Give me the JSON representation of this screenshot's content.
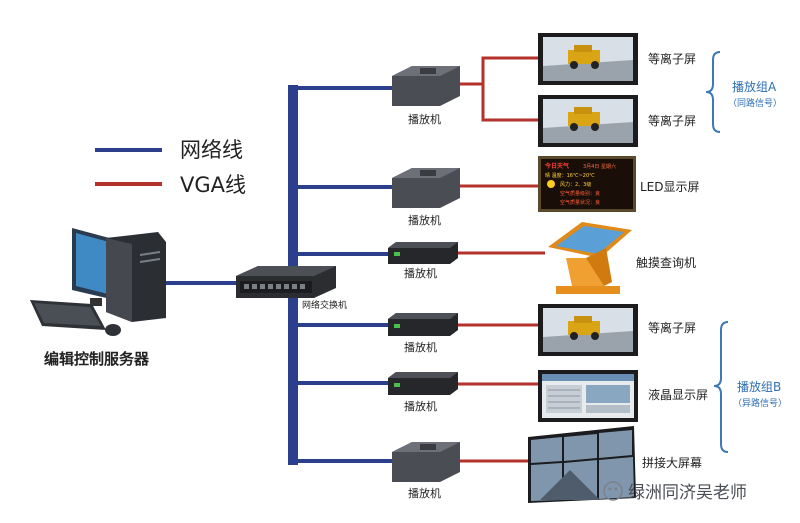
{
  "legend": {
    "network_line": "网络线",
    "vga_line": "VGA线",
    "network_color": "#2b3f8c",
    "vga_color": "#b5312b"
  },
  "server_label": "编辑控制服务器",
  "switch_label": "网络交换机",
  "player_label": "播放机",
  "displays": {
    "plasma": "等离子屏",
    "led": "LED显示屏",
    "touch": "触摸查询机",
    "lcd": "液晶显示屏",
    "videowall": "拼接大屏幕"
  },
  "groups": {
    "a_title": "播放组A",
    "a_sub": "（同路信号）",
    "b_title": "播放组B",
    "b_sub": "（异路信号）"
  },
  "led_screen": {
    "line1": "今日天气",
    "line2": "3月4日  星期六",
    "line3": "晴   温度：16℃~20℃",
    "line4": "风力：2、3级",
    "line5": "空气质量级别：良",
    "line6": "空气质量状况：良"
  },
  "watermark": "绿洲同济吴老师"
}
